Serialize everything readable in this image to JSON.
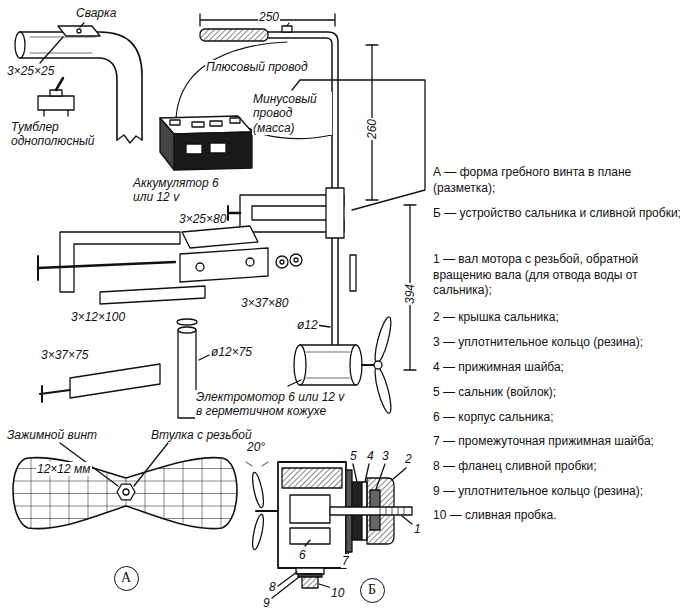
{
  "diagram": {
    "nodes": [
      {
        "text": [
          "А"
        ]
      },
      {
        "text": [
          "Б"
        ]
      }
    ],
    "labels": [
      "Сварка",
      "3×25×25",
      "Тумблер однополюсный",
      "250",
      "Плюсовый провод",
      "Минусовый провод (масса)",
      "Аккумулятор 6 или 12 v",
      "260",
      "3×25×80",
      "394",
      "3×37×80",
      "3×12×100",
      "ø12",
      "3×37×75",
      "ø12×75",
      "Электромотор 6 или 12 v в герметичном кожухе",
      "Зажимной винт",
      "12×12 мм",
      "Втулка с резьбой",
      "20°",
      "5",
      "4",
      "3",
      "2",
      "1",
      "6",
      "7",
      "8",
      "9",
      "10",
      "А — форма гребного винта в плане (разметка);",
      "Б — устройство сальника и сливной пробки;",
      "1 — вал мотора с резьбой, обратной вращению вала (для отвода воды от сальника);",
      "2 — крышка сальника;",
      "3 — уплотнительное кольцо (резина);",
      "4 — прижимная шайба;",
      "5 — сальник (войлок);",
      "6 — корпус сальника;",
      "7 — промежуточная прижимная шайба;",
      "8 — фланец сливной пробки;",
      "9 — уплотнительное кольцо (резина);",
      "10 — сливная пробка."
    ]
  }
}
